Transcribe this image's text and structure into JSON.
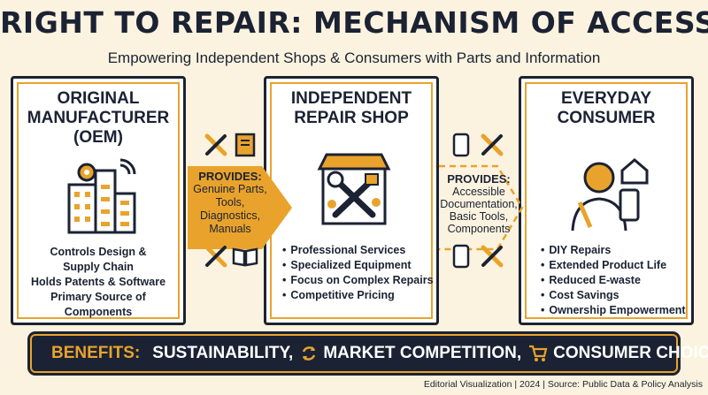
{
  "title": "RIGHT TO REPAIR: MECHANISM OF ACCESS",
  "subtitle": "Empowering Independent Shops & Consumers with Parts and Information",
  "panels": {
    "oem": {
      "title": [
        "ORIGINAL",
        "MANUFACTURER",
        "(OEM)"
      ],
      "lines": [
        "Controls Design &",
        "Supply Chain",
        "Holds Patents & Software",
        "Primary Source of",
        "Components"
      ]
    },
    "shop": {
      "title": [
        "INDEPENDENT",
        "REPAIR SHOP"
      ],
      "bullets": [
        "Professional Services",
        "Specialized Equipment",
        "Focus on Complex Repairs",
        "Competitive Pricing"
      ]
    },
    "consumer": {
      "title": [
        "EVERYDAY",
        "CONSUMER"
      ],
      "bullets": [
        "DIY Repairs",
        "Extended Product Life",
        "Reduced E-waste",
        "Cost Savings",
        "Ownership Empowerment"
      ]
    }
  },
  "arrows": {
    "first": {
      "heading": "PROVIDES:",
      "lines": [
        "Genuine Parts,",
        "Tools,",
        "Diagnostics,",
        "Manuals"
      ]
    },
    "second": {
      "heading": "PROVIDES:",
      "lines": [
        "Accessible",
        "Documentation,",
        "Basic Tools,",
        "Components"
      ]
    }
  },
  "benefits": {
    "label": "BENEFITS:",
    "items": [
      "SUSTAINABILITY,",
      "MARKET COMPETITION,",
      "CONSUMER CHOICE"
    ]
  },
  "footer": "Editorial Visualization | 2024 | Source: Public Data & Policy Analysis",
  "colors": {
    "navy": "#1b2233",
    "accent": "#e9a32c",
    "background": "#fbf3df"
  },
  "icons": [
    "factory-icon",
    "wrench-screwdriver-icon",
    "book-icon",
    "repair-shop-icon",
    "tablet-icon",
    "consumer-icon",
    "house-icon",
    "leaf-icon",
    "recycle-icon",
    "cart-icon"
  ]
}
